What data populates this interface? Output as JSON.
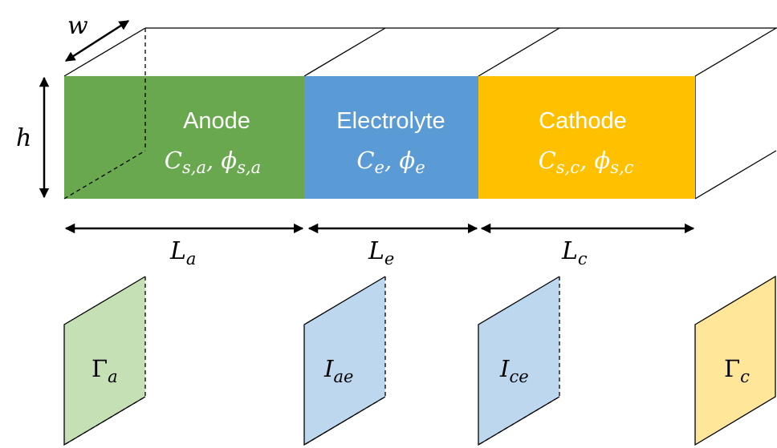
{
  "dimensions": {
    "w": "w",
    "h": "h"
  },
  "regions": [
    {
      "title": "Anode",
      "var_main_1": "C",
      "var_sub_1": "s,a",
      "var_main_2": "ϕ",
      "var_sub_2": "s,a",
      "color": "#6aa84f"
    },
    {
      "title": "Electrolyte",
      "var_main_1": "C",
      "var_sub_1": "e",
      "var_main_2": "ϕ",
      "var_sub_2": "e",
      "color": "#5b9bd5"
    },
    {
      "title": "Cathode",
      "var_main_1": "C",
      "var_sub_1": "s,c",
      "var_main_2": "ϕ",
      "var_sub_2": "s,c",
      "color": "#ffc000"
    }
  ],
  "lengths": [
    {
      "main": "L",
      "sub": "a"
    },
    {
      "main": "L",
      "sub": "e"
    },
    {
      "main": "L",
      "sub": "c"
    }
  ],
  "interfaces": [
    {
      "main": "Γ",
      "sub": "a",
      "color": "#c5e0b4"
    },
    {
      "main": "I",
      "sub": "ae",
      "color": "#bdd7ee"
    },
    {
      "main": "I",
      "sub": "ce",
      "color": "#bdd7ee"
    },
    {
      "main": "Γ",
      "sub": "c",
      "color": "#ffe699"
    }
  ]
}
